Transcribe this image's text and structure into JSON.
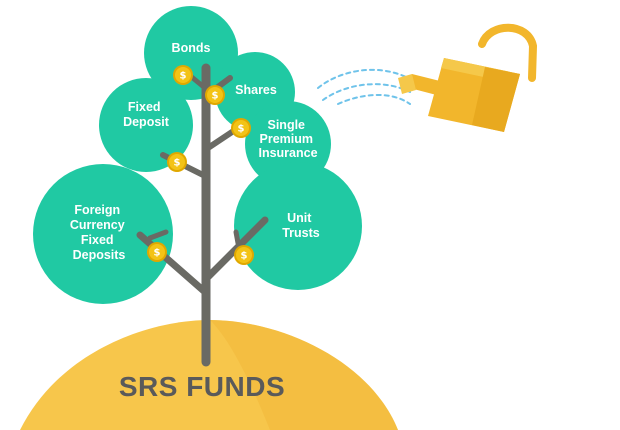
{
  "title": "SRS FUNDS",
  "leaves": [
    {
      "id": "bonds",
      "lines": [
        "Bonds"
      ]
    },
    {
      "id": "shares",
      "lines": [
        "Shares"
      ]
    },
    {
      "id": "fixed-deposit",
      "lines": [
        "Fixed",
        "Deposit"
      ]
    },
    {
      "id": "single-premium-insurance",
      "lines": [
        "Single",
        "Premium",
        "Insurance"
      ]
    },
    {
      "id": "foreign-currency-fixed-deposits",
      "lines": [
        "Foreign",
        "Currency",
        "Fixed",
        "Deposits"
      ]
    },
    {
      "id": "unit-trusts",
      "lines": [
        "Unit",
        "Trusts"
      ]
    }
  ],
  "coin_symbol": "$",
  "icons": {
    "watering_can": "watering-can-icon",
    "coin": "dollar-coin-icon"
  },
  "colors": {
    "leaf": "#20c9a3",
    "leaf_dark": "#18b08e",
    "ground": "#f7c64b",
    "trunk": "#6a6a64",
    "coin": "#f3c316",
    "coin_edge": "#e0a800",
    "watering_can": "#f2b62c",
    "water": "#6fc3ea",
    "title": "#5a5a5a"
  }
}
